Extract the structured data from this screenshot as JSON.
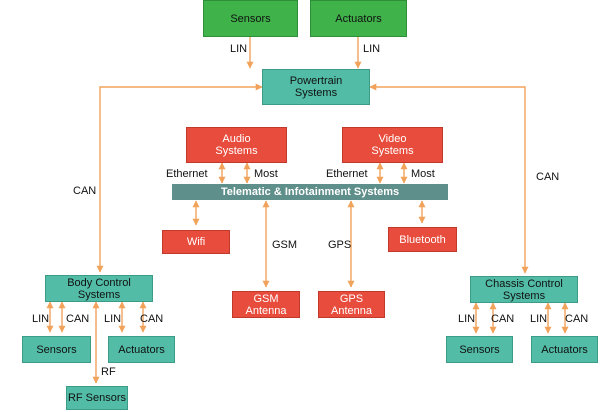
{
  "colors": {
    "green": "#3fb24a",
    "teal": "#52bca6",
    "red": "#e74c3c",
    "bus": "#5f8f8a",
    "wire": "#f2a35b"
  },
  "nodes": {
    "sensors_top": "Sensors",
    "actuators_top": "Actuators",
    "powertrain": "Powertrain\nSystems",
    "audio": "Audio\nSystems",
    "video": "Video\nSystems",
    "bus": "Telematic & Infotainment Systems",
    "wifi": "Wifi",
    "bluetooth": "Bluetooth",
    "gsm_antenna": "GSM\nAntenna",
    "gps_antenna": "GPS\nAntenna",
    "body_control": "Body Control\nSystems",
    "chassis_control": "Chassis Control\nSystems",
    "sensors_left": "Sensors",
    "actuators_left": "Actuators",
    "rf_sensors": "RF Sensors",
    "sensors_right": "Sensors",
    "actuators_right": "Actuators"
  },
  "labels": {
    "lin_1": "LIN",
    "lin_2": "LIN",
    "can_left": "CAN",
    "can_right": "CAN",
    "ethernet_1": "Ethernet",
    "most_1": "Most",
    "ethernet_2": "Ethernet",
    "most_2": "Most",
    "gsm": "GSM",
    "gps": "GPS",
    "lin_bl1": "LIN",
    "can_bl1": "CAN",
    "lin_bl2": "LIN",
    "can_bl2": "CAN",
    "rf": "RF",
    "lin_br1": "LIN",
    "can_br1": "CAN",
    "lin_br2": "LIN",
    "can_br2": "CAN"
  }
}
